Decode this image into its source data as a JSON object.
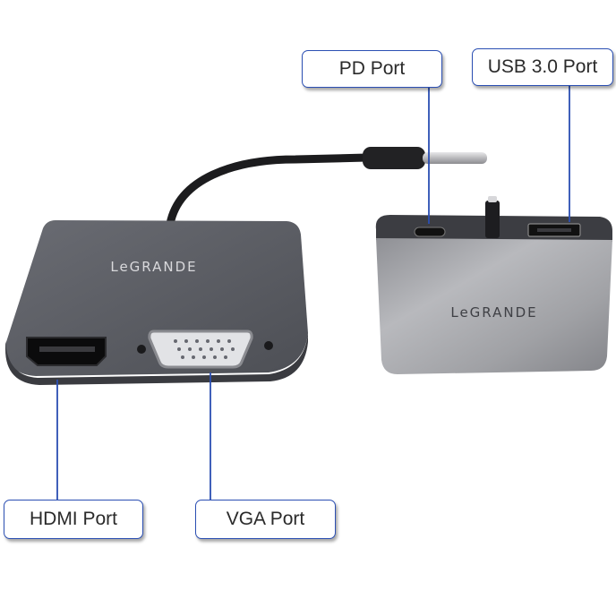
{
  "labels": {
    "pd_port": "PD Port",
    "usb_port": "USB 3.0 Port",
    "hdmi_port": "HDMI Port",
    "vga_port": "VGA Port"
  },
  "brand": "LeGrande",
  "colors": {
    "callout_line": "#2b4fb3",
    "callout_border": "#2b4fb3",
    "adapter_body": "#5d5f66",
    "hub_body": "#a3a4a8",
    "cable": "#1c1c1e"
  }
}
